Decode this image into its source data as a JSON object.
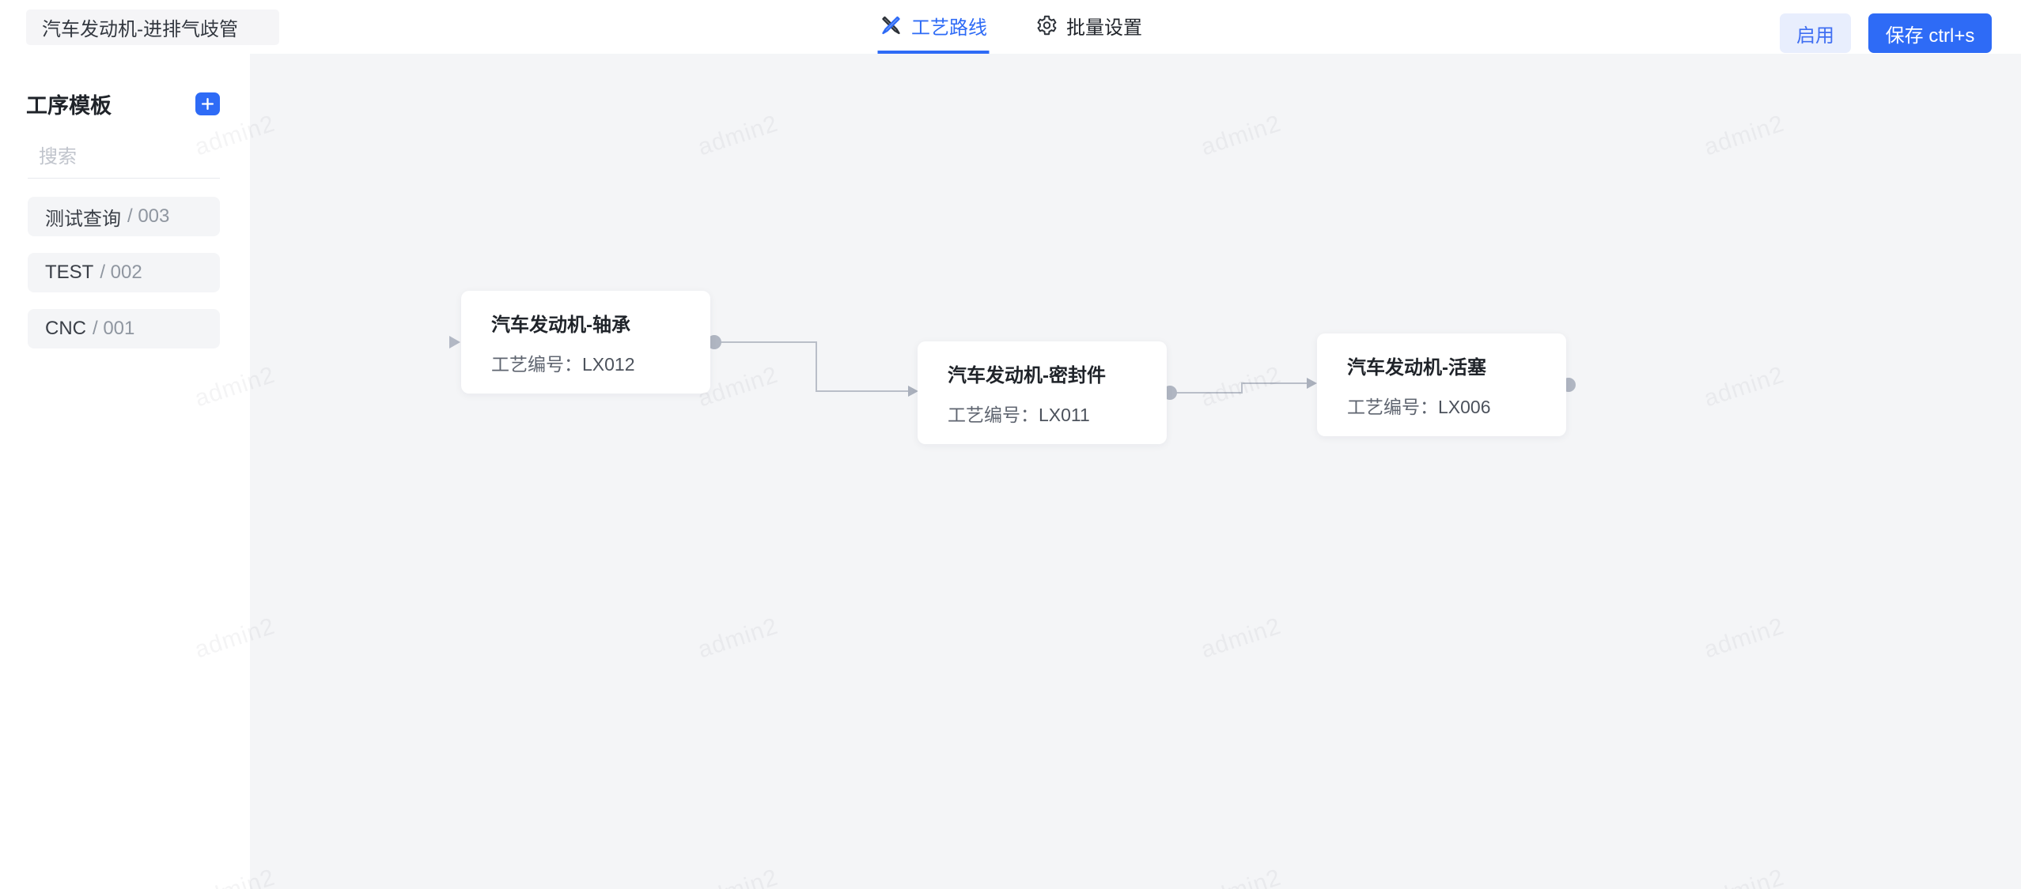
{
  "colors": {
    "accent": "#2e6bf6",
    "canvas_bg": "#f4f5f7"
  },
  "header": {
    "title_value": "汽车发动机-进排气歧管",
    "tabs": [
      {
        "label": "工艺路线",
        "active": true
      },
      {
        "label": "批量设置",
        "active": false
      }
    ],
    "enable_label": "启用",
    "save_label": "保存 ctrl+s"
  },
  "sidebar": {
    "title": "工序模板",
    "search_placeholder": "搜索",
    "items": [
      {
        "name": "测试查询",
        "code": "/ 003"
      },
      {
        "name": "TEST",
        "code": "/ 002"
      },
      {
        "name": "CNC",
        "code": "/ 001"
      }
    ]
  },
  "canvas": {
    "watermark": "admin2",
    "nodes": [
      {
        "title": "汽车发动机-轴承",
        "field_label": "工艺编号：",
        "code": "LX012"
      },
      {
        "title": "汽车发动机-密封件",
        "field_label": "工艺编号：",
        "code": "LX011"
      },
      {
        "title": "汽车发动机-活塞",
        "field_label": "工艺编号：",
        "code": "LX006"
      }
    ]
  }
}
